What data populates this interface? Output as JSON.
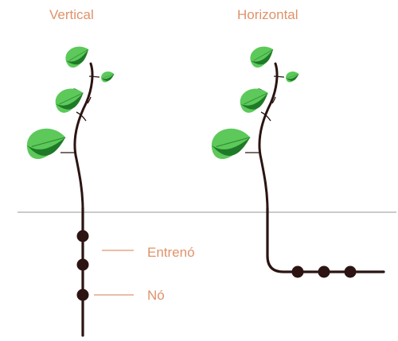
{
  "titles": {
    "vertical": "Vertical",
    "horizontal": "Horizontal"
  },
  "labels": {
    "internode": "Entrenó",
    "node": "Nó"
  },
  "colors": {
    "text": "#e0926a",
    "stem": "#2b1412",
    "leaf": "#3aa53a",
    "leaf_light": "#5cc95a",
    "leaf_dark": "#1f7a27",
    "ground": "#b9b9b9",
    "callout": "#e6a585"
  },
  "icons": [
    "leaf-icon",
    "node-dot-icon"
  ]
}
